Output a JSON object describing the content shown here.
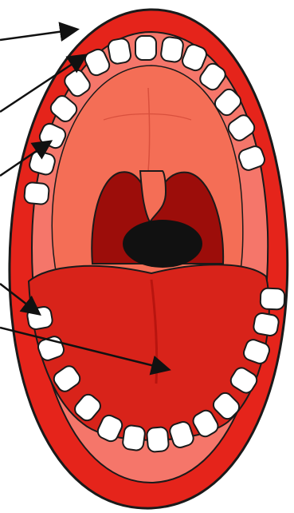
{
  "diagram": {
    "subject": "open mouth",
    "parts": [
      {
        "id": "lips",
        "label": ""
      },
      {
        "id": "gums",
        "label": ""
      },
      {
        "id": "upper-teeth",
        "label": ""
      },
      {
        "id": "lower-teeth",
        "label": ""
      },
      {
        "id": "tongue",
        "label": ""
      }
    ],
    "pointer_count": 5
  },
  "colors": {
    "lips": "#e5241b",
    "lip_outline": "#1a1a1a",
    "gums": "#f5766a",
    "palate": "#f46e56",
    "throat": "#9c0d0a",
    "uvula": "#f46e56",
    "throat_hole": "#111111",
    "tongue": "#d8231a",
    "teeth": "#ffffff",
    "arrow": "#111111"
  }
}
